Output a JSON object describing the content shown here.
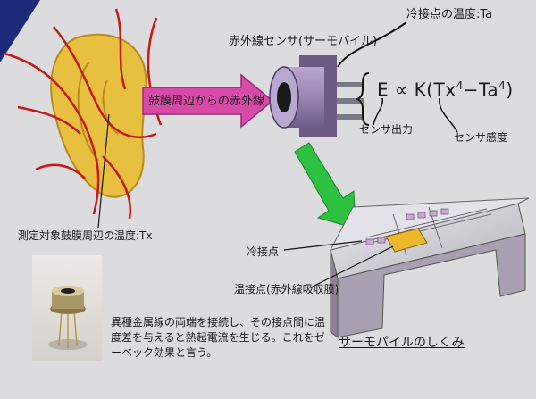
{
  "labels": {
    "cold_junction_temp": "冷接点の温度:Ta",
    "ir_sensor": "赤外線センサ(サーモパイル)",
    "ir_from_eardrum": "鼓膜周辺からの赤外線",
    "equation_main": "E ∝ K(Tx",
    "equation_exp1": "4",
    "equation_mid": "−Ta",
    "equation_exp2": "4",
    "equation_end": ")",
    "sensor_output": "センサ出力",
    "sensor_sensitivity": "センサ感度",
    "target_temp": "測定対象鼓膜周辺の温度:Tx",
    "hot_junction": "冷接点",
    "ir_absorber": "温接点(赤外線吸収膜)",
    "description": "異種金属線の両端を接続し、その接点間に温度差を与えると熱起電流を生じる。これをゼーベック効果と言う。",
    "caption": "サーモパイルのしくみ"
  },
  "colors": {
    "ear": "#e8c040",
    "vessel": "#c81818",
    "sensor_body": "#9a86b4",
    "pink_arrow": "#d84aa8",
    "green_arrow": "#2ec040",
    "chip": "#ecb82c",
    "background": "#dcdcde",
    "corner": "#1c2a7a"
  }
}
